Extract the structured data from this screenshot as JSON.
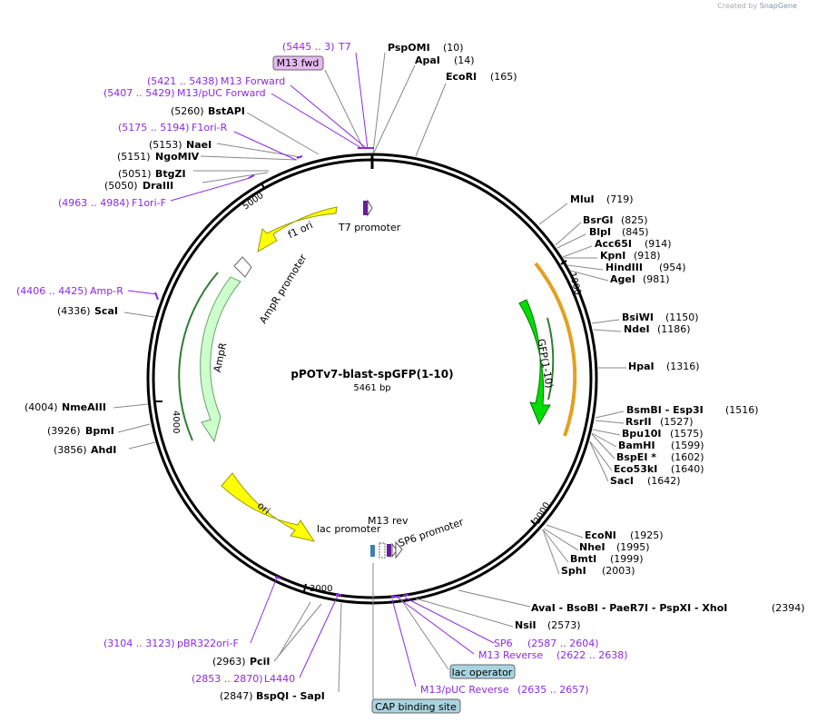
{
  "credit": {
    "prefix": "Created by",
    "app": "SnapGene"
  },
  "title": "pPOTv7-blast-spGFP(1-10)",
  "length": "5461 bp",
  "ticks": [
    "5000",
    "1000",
    "2000",
    "3000",
    "4000"
  ],
  "features": {
    "f1ori": "f1 ori",
    "t7": "T7 promoter",
    "ampr_promoter": "AmpR promoter",
    "ampr": "AmpR",
    "gfp": "GFP(1-10)",
    "ori": "ori",
    "lac_promoter": "lac promoter",
    "m13rev": "M13 rev",
    "sp6": "SP6 promoter"
  },
  "sites": [
    {
      "name": "PspOMI",
      "pos": "(10)"
    },
    {
      "name": "ApaI",
      "pos": "(14)"
    },
    {
      "name": "EcoRI",
      "pos": "(165)"
    },
    {
      "name": "MluI",
      "pos": "(719)"
    },
    {
      "name": "BsrGI",
      "pos": "(825)"
    },
    {
      "name": "BlpI",
      "pos": "(845)"
    },
    {
      "name": "Acc65I",
      "pos": "(914)"
    },
    {
      "name": "KpnI",
      "pos": "(918)"
    },
    {
      "name": "HindIII",
      "pos": "(954)"
    },
    {
      "name": "AgeI",
      "pos": "(981)"
    },
    {
      "name": "BsiWI",
      "pos": "(1150)"
    },
    {
      "name": "NdeI",
      "pos": "(1186)"
    },
    {
      "name": "HpaI",
      "pos": "(1316)"
    },
    {
      "name": "BsmBI - Esp3I",
      "pos": "(1516)"
    },
    {
      "name": "RsrII",
      "pos": "(1527)"
    },
    {
      "name": "Bpu10I",
      "pos": "(1575)"
    },
    {
      "name": "BamHI",
      "pos": "(1599)"
    },
    {
      "name": "BspEI *",
      "pos": "(1602)"
    },
    {
      "name": "Eco53kI",
      "pos": "(1640)"
    },
    {
      "name": "SacI",
      "pos": "(1642)"
    },
    {
      "name": "EcoNI",
      "pos": "(1925)"
    },
    {
      "name": "NheI",
      "pos": "(1995)"
    },
    {
      "name": "BmtI",
      "pos": "(1999)"
    },
    {
      "name": "SphI",
      "pos": "(2003)"
    },
    {
      "name": "AvaI - BsoBI - PaeR7I - PspXI - XhoI",
      "pos": "(2394)"
    },
    {
      "name": "NsiI",
      "pos": "(2573)"
    },
    {
      "name": "BspQI - SapI",
      "pos": "(2847)"
    },
    {
      "name": "PciI",
      "pos": "(2963)"
    },
    {
      "name": "AhdI",
      "pos": "(3856)"
    },
    {
      "name": "BpmI",
      "pos": "(3926)"
    },
    {
      "name": "NmeAIII",
      "pos": "(4004)"
    },
    {
      "name": "ScaI",
      "pos": "(4336)"
    },
    {
      "name": "DraIII",
      "pos": "(5050)"
    },
    {
      "name": "BtgZI",
      "pos": "(5051)"
    },
    {
      "name": "NgoMIV",
      "pos": "(5151)"
    },
    {
      "name": "NaeI",
      "pos": "(5153)"
    },
    {
      "name": "BstAPI",
      "pos": "(5260)"
    }
  ],
  "primers": [
    {
      "name": "T7",
      "pos": "(5445 .. 3)"
    },
    {
      "name": "M13 Forward",
      "pos": "(5421 .. 5438)"
    },
    {
      "name": "M13/pUC Forward",
      "pos": "(5407 .. 5429)"
    },
    {
      "name": "F1ori-R",
      "pos": "(5175 .. 5194)"
    },
    {
      "name": "F1ori-F",
      "pos": "(4963 .. 4984)"
    },
    {
      "name": "Amp-R",
      "pos": "(4406 .. 4425)"
    },
    {
      "name": "SP6",
      "pos": "(2587 .. 2604)"
    },
    {
      "name": "M13 Reverse",
      "pos": "(2622 .. 2638)"
    },
    {
      "name": "M13/pUC Reverse",
      "pos": "(2635 .. 2657)"
    },
    {
      "name": "L4440",
      "pos": "(2853 .. 2870)"
    },
    {
      "name": "pBR322ori-F",
      "pos": "(3104 .. 3123)"
    }
  ],
  "boxes": {
    "m13fwd": "M13 fwd",
    "lac_operator": "lac operator",
    "cap": "CAP binding site"
  }
}
